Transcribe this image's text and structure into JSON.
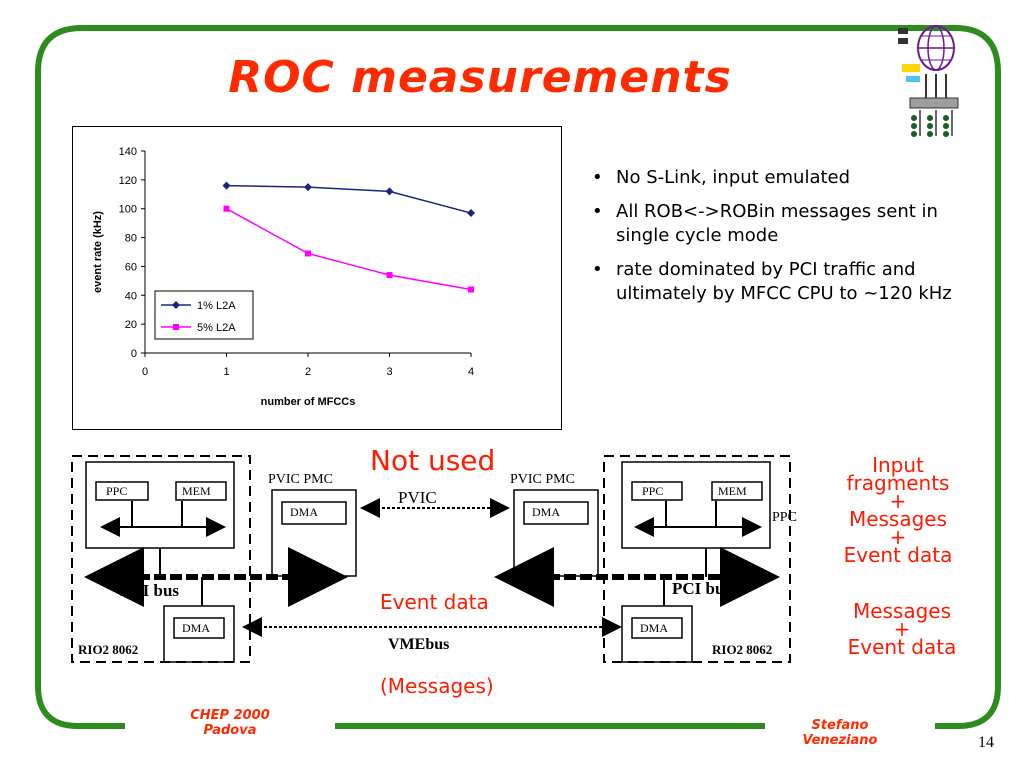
{
  "slide": {
    "title": "ROC measurements",
    "page_number": "14",
    "footer_left": [
      "CHEP 2000",
      "Padova"
    ],
    "footer_right": [
      "Stefano",
      "Veneziano"
    ]
  },
  "bullets": [
    "No S-Link, input emulated",
    "All ROB<->ROBin messages sent in single cycle mode",
    "rate dominated by PCI traffic and ultimately by MFCC CPU to ~120 kHz"
  ],
  "chart_data": {
    "type": "line",
    "xlabel": "number of MFCCs",
    "ylabel": "event rate (kHz)",
    "xlim": [
      0,
      4
    ],
    "ylim": [
      0,
      140
    ],
    "xticks": [
      0,
      1,
      2,
      3,
      4
    ],
    "yticks": [
      0,
      20,
      40,
      60,
      80,
      100,
      120,
      140
    ],
    "legend_position": "bottom-left",
    "grid": false,
    "series": [
      {
        "name": "1% L2A",
        "color": "#1a237e",
        "marker": "diamond",
        "x": [
          1,
          2,
          3,
          4
        ],
        "y": [
          116,
          115,
          112,
          97
        ]
      },
      {
        "name": "5% L2A",
        "color": "#ff00ff",
        "marker": "square",
        "x": [
          1,
          2,
          3,
          4
        ],
        "y": [
          100,
          69,
          54,
          44
        ]
      }
    ]
  },
  "diagram": {
    "not_used": "Not used",
    "pvic_pmc_left": "PVIC PMC",
    "pvic_pmc_right": "PVIC PMC",
    "pvic": "PVIC",
    "dma": "DMA",
    "ppc": "PPC",
    "mem": "MEM",
    "ppc_side": "PPC",
    "pci_bus": "PCI bus",
    "event_data": "Event data",
    "vmebus": "VMEbus",
    "messages_paren": "(Messages)",
    "rio_left": "RIO2 8062",
    "rio_right": "RIO2 8062"
  },
  "notes": {
    "input_lines": [
      "Input",
      "fragments",
      "+",
      "Messages",
      "+",
      "Event data"
    ],
    "messages_lines": [
      "Messages",
      "+",
      "Event data"
    ]
  }
}
